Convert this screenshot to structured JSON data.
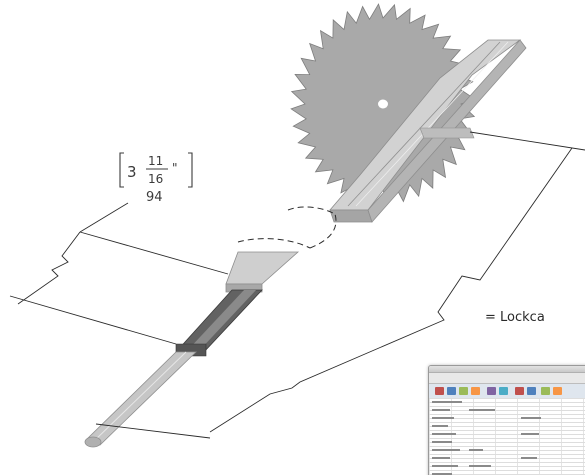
{
  "dimension_label": {
    "whole": "3",
    "numerator": "11",
    "denominator": "16",
    "inch_mark": "\"",
    "metric_value": "94"
  },
  "legend": {
    "text": "= Lockca"
  },
  "icons": {
    "saw_blade": "circular-saw-blade-icon",
    "spreadsheet": "spreadsheet-thumbnail-icon"
  },
  "colors": {
    "line": "#2b2b2b",
    "blade_fill": "#a9a9a9",
    "blade_stroke": "#7d7d7d",
    "rail_top": "#d2d2d2",
    "rail_side": "#a5a5a5",
    "dark_section": "#626262",
    "rod_fill": "#c6c6c6"
  }
}
